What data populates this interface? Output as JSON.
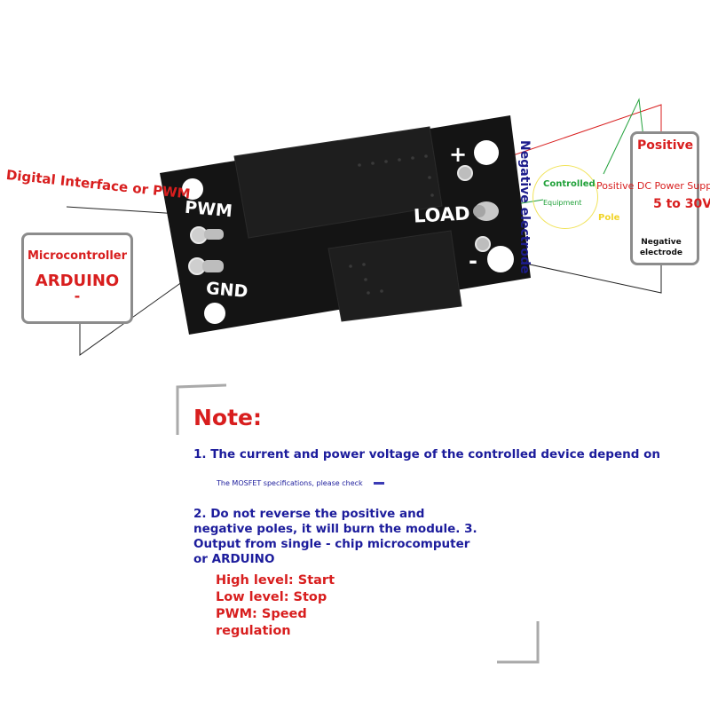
{
  "labels": {
    "digital_interface": "Digital Interface or PWM",
    "pwm": "PWM",
    "gnd": "GND",
    "plus": "+",
    "load": "LOAD",
    "minus": "-",
    "negative_electrode_vertical": "Negative electrode"
  },
  "microcontroller": {
    "title": "Microcontroller",
    "name": "ARDUINO",
    "dash": "-"
  },
  "power_supply": {
    "positive": "Positive",
    "supply": "Positive DC Power Supply",
    "voltage": "5 to 30V",
    "negative": "Negative electrode"
  },
  "controlled": {
    "line1": "Controlled",
    "line2": "Equipment",
    "pole": "Pole"
  },
  "note": {
    "title": "Note:",
    "item1": "1. The current and power voltage of the controlled device depend on",
    "item1_small": "The MOSFET specifications, please check",
    "item2": "2. Do not reverse the positive and negative poles, it will burn the module. 3. Output from single - chip microcomputer or ARDUINO",
    "levels": [
      "High level: Start",
      "Low level: Stop",
      "PWM: Speed",
      "regulation"
    ]
  },
  "colors": {
    "red": "#d81e1e",
    "blue": "#1c1c9c",
    "green": "#21a13a",
    "yellow": "#f1e35a",
    "board": "#141414"
  }
}
